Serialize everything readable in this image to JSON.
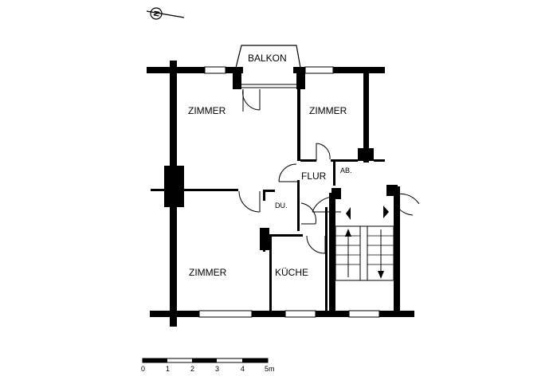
{
  "rooms": {
    "balkon": "BALKON",
    "zimmer_upper_left": "ZIMMER",
    "zimmer_upper_right": "ZIMMER",
    "flur": "FLUR",
    "ab": "AB.",
    "du": "DU.",
    "zimmer_lower_left": "ZIMMER",
    "kueche": "KÜCHE"
  },
  "scale_bar": {
    "ticks": [
      "0",
      "1",
      "2",
      "3",
      "4"
    ],
    "last": "5m"
  },
  "north_arrow": {
    "letter": "N"
  }
}
